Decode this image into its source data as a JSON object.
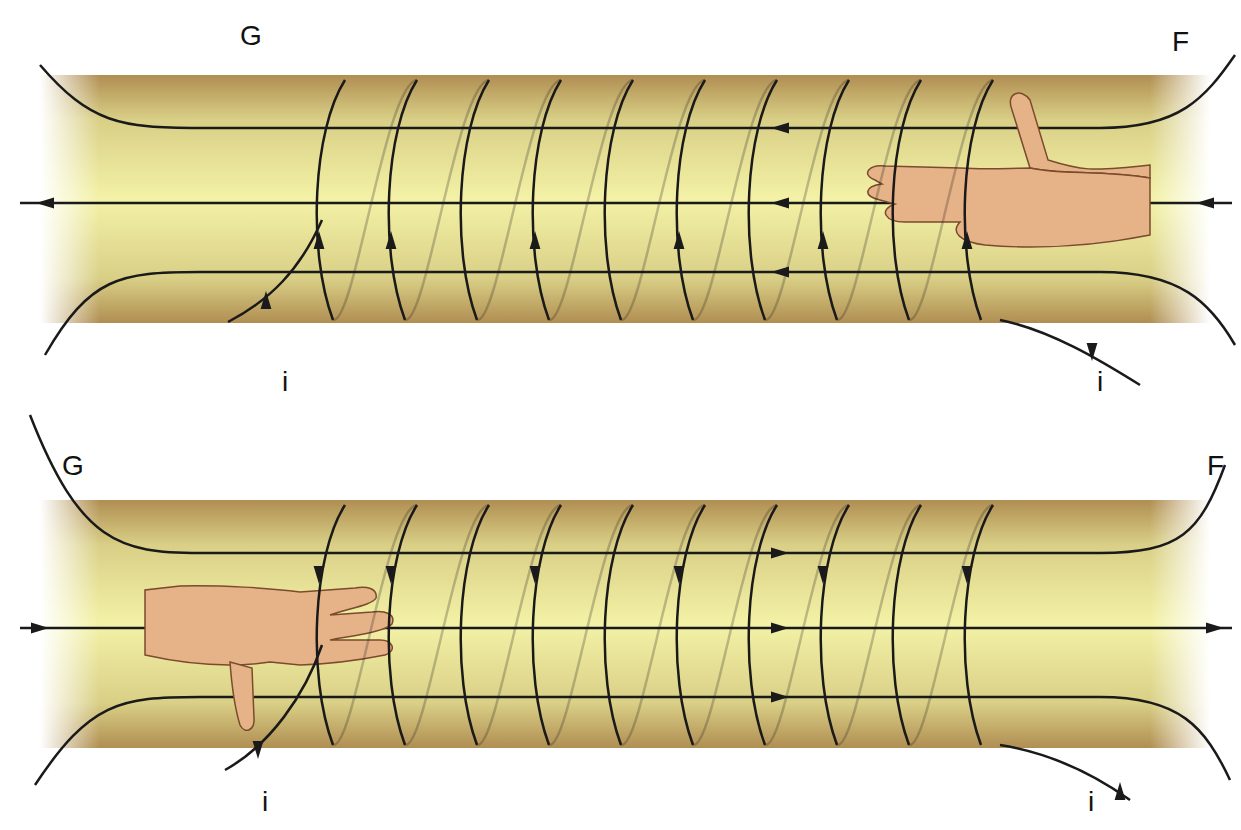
{
  "diagram": {
    "labels": [
      "G",
      "F",
      "i",
      "i",
      "G",
      "F",
      "i",
      "i"
    ]
  }
}
